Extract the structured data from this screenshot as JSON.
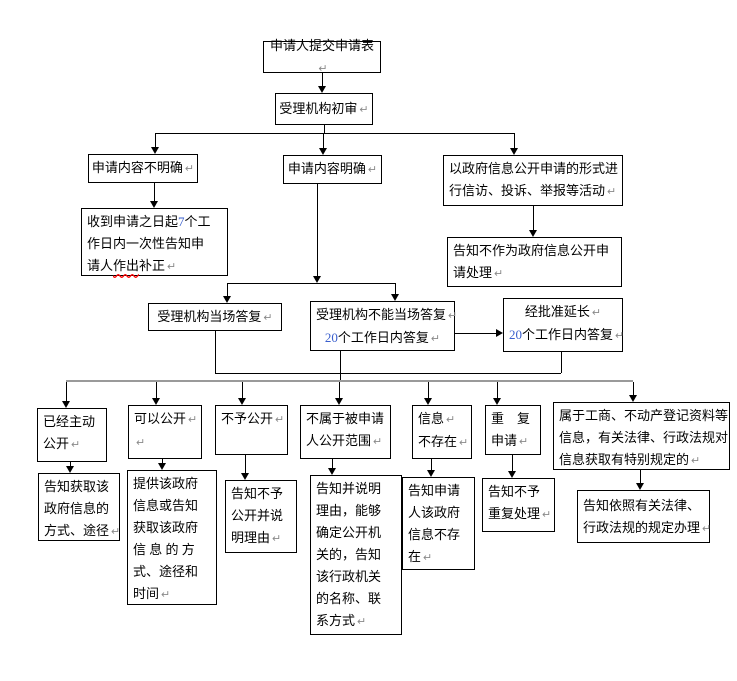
{
  "colors": {
    "line": "#000000",
    "collector_bar": "#9a9a9a",
    "number_highlight": "#3a5fcd",
    "spellcheck_underline": "#ff0000",
    "paragraph_mark": "#8a8a8a"
  },
  "flowchart": {
    "submit": {
      "text": "申请人提交申请表"
    },
    "initial_review": {
      "text": "受理机构初审"
    },
    "unclear": {
      "text": "申请内容不明确"
    },
    "clear": {
      "text": "申请内容明确"
    },
    "petition_form": {
      "lines": [
        "以政府信息公开申请的形式进",
        "行信访、投诉、举报等活动"
      ]
    },
    "supplement": {
      "l1a": "收到申请之日起",
      "l1_num": "7",
      "l1b": "个工",
      "l2": "作日内一次性告知申",
      "l3a": "请人",
      "l3_err": "作出",
      "l3b": "补正"
    },
    "not_treated": {
      "lines": [
        "告知不作为政府信息公开申",
        "请处理"
      ]
    },
    "reply_onsite": {
      "text": "受理机构当场答复"
    },
    "reply_20days": {
      "l1": "受理机构不能当场答复",
      "l2_num": "20",
      "l2": "个工作日内答复"
    },
    "extend_20days": {
      "l1": "经批准延长",
      "l2_num": "20",
      "l2": "个工作日内答复"
    },
    "already_public": {
      "lines": [
        "已经主动",
        "公开"
      ]
    },
    "can_public": {
      "lines": [
        "可以公开",
        ""
      ]
    },
    "no_public": {
      "text": "不予公开"
    },
    "not_scope": {
      "lines": [
        "不属于被申请",
        "人公开范围"
      ]
    },
    "not_exist": {
      "lines": [
        "信息",
        "不存在"
      ]
    },
    "repeat": {
      "lines": [
        "重　复",
        "申请"
      ]
    },
    "special": {
      "lines": [
        "属于工商、不动产登记资料等",
        "信息，有关法律、行政法规对",
        "信息获取有特别规定的"
      ]
    },
    "r_already": {
      "lines": [
        "告知获取该",
        "政府信息的",
        "方式、途径"
      ]
    },
    "r_can": {
      "lines": [
        "提供该政府",
        "信息或告知",
        "获取该政府",
        "信 息 的 方",
        "式、途径和",
        "时间"
      ]
    },
    "r_no": {
      "lines": [
        "告知不予",
        "公开并说",
        "明理由"
      ]
    },
    "r_not_scope": {
      "lines": [
        "告知并说明",
        "理由，能够",
        "确定公开机",
        "关的，告知",
        "该行政机关",
        "的名称、联",
        "系方式"
      ]
    },
    "r_not_exist": {
      "lines": [
        "告知申请",
        "人该政府",
        "信息不存",
        "在"
      ]
    },
    "r_repeat": {
      "lines": [
        "告知不予",
        "重复处理"
      ]
    },
    "r_special": {
      "lines": [
        "告知依照有关法律、",
        "行政法规的规定办理"
      ]
    }
  }
}
